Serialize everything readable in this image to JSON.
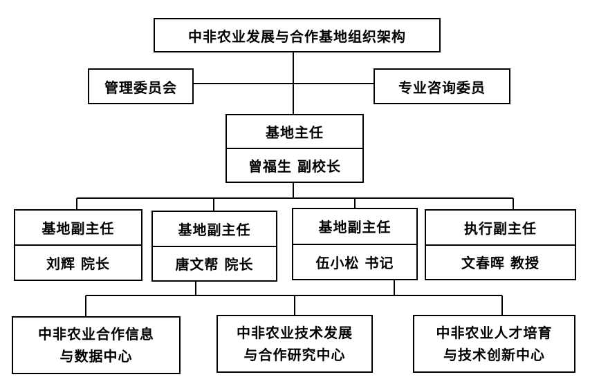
{
  "root": {
    "title": "中非农业发展与合作基地组织架构"
  },
  "committees": {
    "management": "管理委员会",
    "advisory": "专业咨询委员"
  },
  "director": {
    "role": "基地主任",
    "person": "曾福生  副校长"
  },
  "deputies": [
    {
      "role": "基地副主任",
      "person": "刘辉  院长"
    },
    {
      "role": "基地副主任",
      "person": "唐文帮  院长"
    },
    {
      "role": "基地副主任",
      "person": "伍小松  书记"
    },
    {
      "role": "执行副主任",
      "person": "文春晖  教授"
    }
  ],
  "centers": [
    {
      "line1": "中非农业合作信息",
      "line2": "与数据中心"
    },
    {
      "line1": "中非农业技术发展",
      "line2": "与合作研究中心"
    },
    {
      "line1": "中非农业人才培育",
      "line2": "与技术创新中心"
    }
  ]
}
